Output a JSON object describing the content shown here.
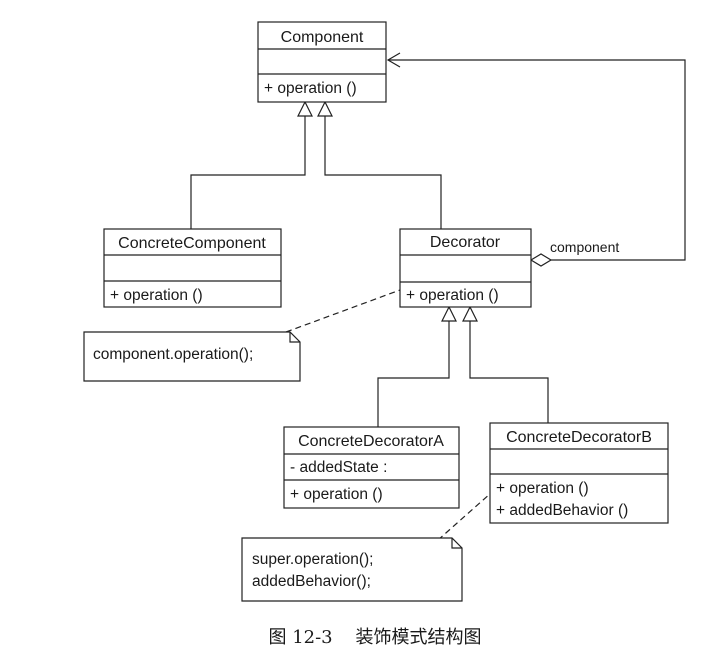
{
  "classes": {
    "component": {
      "name": "Component",
      "operation": "+  operation ()"
    },
    "concrete_component": {
      "name": "ConcreteComponent",
      "operation": "+  operation ()"
    },
    "decorator": {
      "name": "Decorator",
      "operation": "+  operation ()",
      "role": "component"
    },
    "concrete_decorator_a": {
      "name": "ConcreteDecoratorA",
      "attribute": "-  addedState :",
      "operation": "+  operation ()"
    },
    "concrete_decorator_b": {
      "name": "ConcreteDecoratorB",
      "operation": "+  operation ()",
      "added_behavior": "+  addedBehavior ()"
    }
  },
  "notes": {
    "decorator_note": [
      "component.operation();"
    ],
    "decorator_b_note": [
      "super.operation();",
      "addedBehavior();"
    ]
  },
  "caption": "图 12-3    装饰模式结构图"
}
